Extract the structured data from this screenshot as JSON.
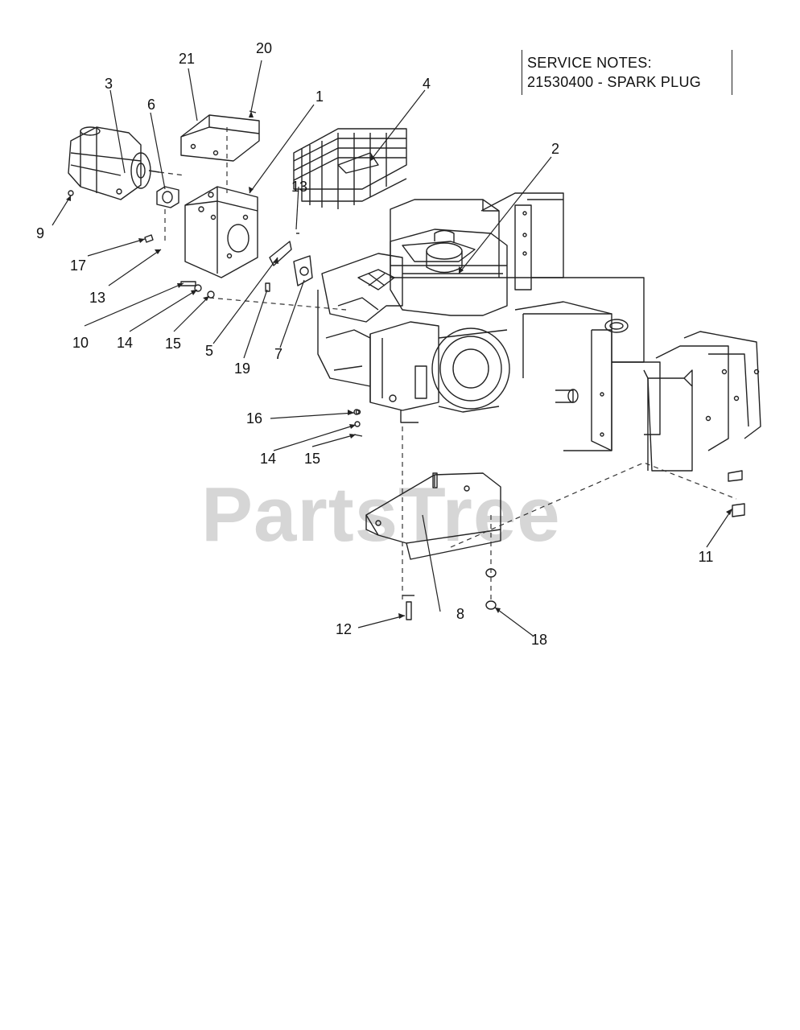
{
  "service_notes": {
    "heading": "SERVICE NOTES:",
    "line1": "21530400 - SPARK PLUG"
  },
  "watermark": "PartsTree",
  "callouts": [
    {
      "id": "c1",
      "label": "1"
    },
    {
      "id": "c2",
      "label": "2"
    },
    {
      "id": "c3",
      "label": "3"
    },
    {
      "id": "c4",
      "label": "4"
    },
    {
      "id": "c5",
      "label": "5"
    },
    {
      "id": "c6",
      "label": "6"
    },
    {
      "id": "c7",
      "label": "7"
    },
    {
      "id": "c8",
      "label": "8"
    },
    {
      "id": "c9",
      "label": "9"
    },
    {
      "id": "c10",
      "label": "10"
    },
    {
      "id": "c11",
      "label": "11"
    },
    {
      "id": "c12",
      "label": "12"
    },
    {
      "id": "c13a",
      "label": "13"
    },
    {
      "id": "c13b",
      "label": "13"
    },
    {
      "id": "c14a",
      "label": "14"
    },
    {
      "id": "c14b",
      "label": "14"
    },
    {
      "id": "c15a",
      "label": "15"
    },
    {
      "id": "c15b",
      "label": "15"
    },
    {
      "id": "c16",
      "label": "16"
    },
    {
      "id": "c17",
      "label": "17"
    },
    {
      "id": "c18",
      "label": "18"
    },
    {
      "id": "c19",
      "label": "19"
    },
    {
      "id": "c20",
      "label": "20"
    },
    {
      "id": "c21",
      "label": "21"
    }
  ]
}
